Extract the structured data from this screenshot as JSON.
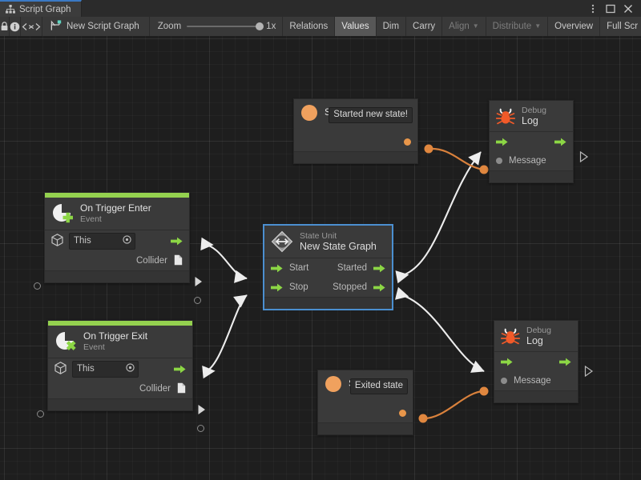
{
  "window": {
    "tab_label": "Script Graph",
    "tab_icon": "graph-hierarchy-icon",
    "controls": [
      {
        "name": "more-options-button",
        "glyph": "kebab-menu-icon"
      },
      {
        "name": "maximize-button",
        "glyph": "maximize-icon"
      },
      {
        "name": "close-button",
        "glyph": "close-icon"
      }
    ],
    "accent_color": "#3a79c4"
  },
  "toolbar": {
    "left_icons": [
      {
        "name": "lock-icon",
        "label": "lock"
      },
      {
        "name": "info-icon",
        "label": "info"
      },
      {
        "name": "code-icon",
        "label": "<x>"
      }
    ],
    "graph_name": "New Script Graph",
    "graph_icon": "script-graph-icon",
    "zoom_label": "Zoom",
    "zoom_value": "1x",
    "buttons": [
      {
        "name": "relations-button",
        "label": "Relations",
        "state": "normal",
        "caret": false
      },
      {
        "name": "values-button",
        "label": "Values",
        "state": "active",
        "caret": false
      },
      {
        "name": "dim-button",
        "label": "Dim",
        "state": "normal",
        "caret": false
      },
      {
        "name": "carry-button",
        "label": "Carry",
        "state": "normal",
        "caret": false
      },
      {
        "name": "align-button",
        "label": "Align",
        "state": "dim",
        "caret": true
      },
      {
        "name": "distribute-button",
        "label": "Distribute",
        "state": "dim",
        "caret": true
      },
      {
        "name": "overview-button",
        "label": "Overview",
        "state": "normal",
        "caret": false
      },
      {
        "name": "fullscreen-button",
        "label": "Full Scr",
        "state": "normal",
        "caret": false
      }
    ]
  },
  "canvas": {
    "background_color": "#1e1e1e",
    "grid": true,
    "event_accent_color": "#94d14f",
    "flow_wire_color": "#e8e8e8",
    "value_wire_color": "#d9813c"
  },
  "nodes": {
    "string_top": {
      "title": "String",
      "icon": "string-value-icon",
      "value": "Started new state!",
      "output_port": "output-value-port"
    },
    "debug_log_top": {
      "title_small": "Debug",
      "title_large": "Log",
      "icon": "bug-icon",
      "flow_in": "flow-input-port",
      "flow_out": "flow-output-port",
      "message_label": "Message"
    },
    "on_trigger_enter": {
      "title": "On Trigger Enter",
      "subtitle": "Event",
      "icon": "on-trigger-enter-icon",
      "target_icon": "gameobject-cube-icon",
      "target_value": "This",
      "target_picker": "object-picker-icon",
      "collider_label": "Collider",
      "collider_icon": "collider-document-icon"
    },
    "on_trigger_exit": {
      "title": "On Trigger Exit",
      "subtitle": "Event",
      "icon": "on-trigger-exit-icon",
      "target_icon": "gameobject-cube-icon",
      "target_value": "This",
      "target_picker": "object-picker-icon",
      "collider_label": "Collider",
      "collider_icon": "collider-document-icon"
    },
    "state_unit": {
      "title_small": "State Unit",
      "title_large": "New  State  Graph",
      "icon": "state-unit-diamond-icon",
      "selected": true,
      "inputs": [
        "Start",
        "Stop"
      ],
      "outputs": [
        "Started",
        "Stopped"
      ]
    },
    "string_bottom": {
      "title": "String",
      "icon": "string-value-icon",
      "value": "Exited state",
      "output_port": "output-value-port"
    },
    "debug_log_bottom": {
      "title_small": "Debug",
      "title_large": "Log",
      "icon": "bug-icon",
      "flow_in": "flow-input-port",
      "flow_out": "flow-output-port",
      "message_label": "Message"
    }
  }
}
